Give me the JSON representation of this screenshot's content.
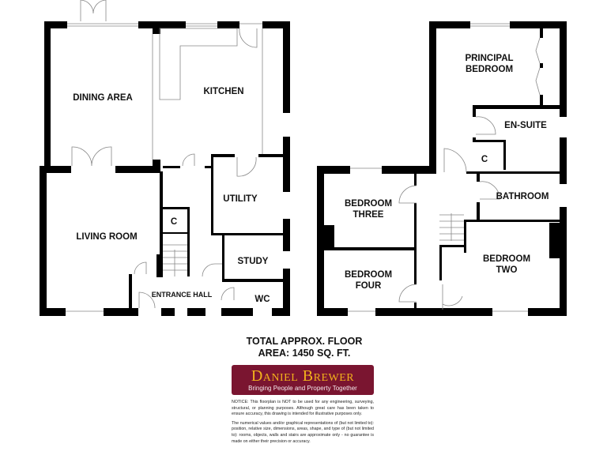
{
  "ground_floor": {
    "rooms": {
      "dining": "DINING AREA",
      "kitchen": "KITCHEN",
      "utility": "UTILITY",
      "living": "LIVING ROOM",
      "cupboard": "C",
      "study": "STUDY",
      "hall": "ENTRANCE HALL",
      "wc": "WC"
    }
  },
  "first_floor": {
    "rooms": {
      "principal_1": "PRINCIPAL",
      "principal_2": "BEDROOM",
      "ensuite": "EN-SUITE",
      "cupboard": "C",
      "bathroom": "BATHROOM",
      "bed3_1": "BEDROOM",
      "bed3_2": "THREE",
      "bed4_1": "BEDROOM",
      "bed4_2": "FOUR",
      "bed2_1": "BEDROOM",
      "bed2_2": "TWO"
    }
  },
  "area": {
    "line1": "TOTAL APPROX. FLOOR",
    "line2": "AREA: 1450 SQ. FT."
  },
  "logo": {
    "name": "Daniel Brewer",
    "tagline": "Bringing People and Property Together",
    "background": "#7a1530",
    "text_color": "#f2b21c"
  },
  "notice": {
    "p1": "NOTICE: This floorplan is NOT to be used for any engineering, surveying, structural, or planning purposes. Although great care has been taken to ensure accuracy, this drawing is intended for illustrative purposes only.",
    "p2": "The numerical values and/or graphical representations of (but not limited to): position, relative size, dimensions, areas, shape, and type of (but not limited to): rooms, objects, walls and stairs are approximate only - no guarantee is made on either their precision or accuracy."
  }
}
